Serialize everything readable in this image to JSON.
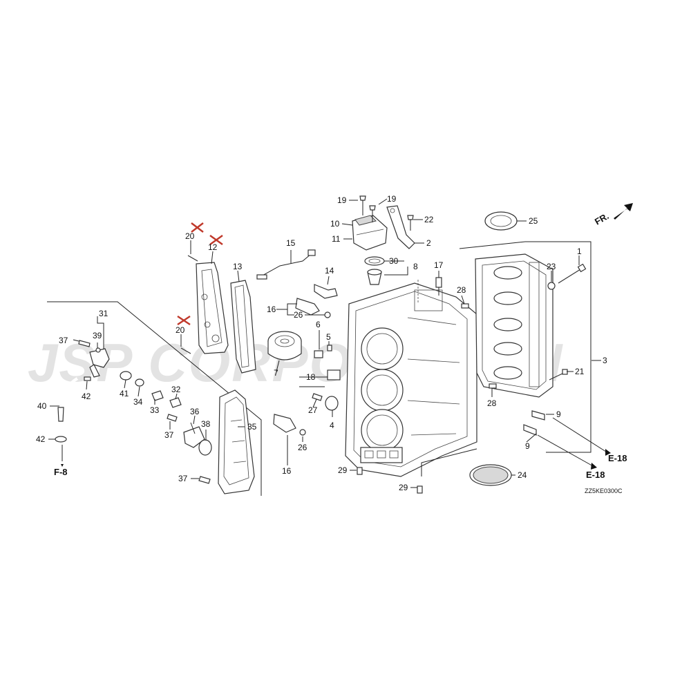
{
  "watermark": "JSP CORPORATION",
  "direction_label": "FR.",
  "diagram_code": "ZZ5KE0300C",
  "references": [
    "E-18",
    "E-18",
    "F-8"
  ],
  "callouts": [
    "1",
    "2",
    "3",
    "4",
    "5",
    "6",
    "7",
    "8",
    "9",
    "9",
    "10",
    "11",
    "12",
    "13",
    "14",
    "15",
    "16",
    "16",
    "17",
    "18",
    "19",
    "19",
    "20",
    "20",
    "21",
    "22",
    "23",
    "24",
    "25",
    "26",
    "26",
    "27",
    "28",
    "28",
    "29",
    "29",
    "30",
    "31",
    "32",
    "33",
    "34",
    "35",
    "36",
    "37",
    "37",
    "37",
    "38",
    "39",
    "40",
    "41",
    "42",
    "42"
  ],
  "removed_marks": [
    "20",
    "12",
    "20"
  ]
}
